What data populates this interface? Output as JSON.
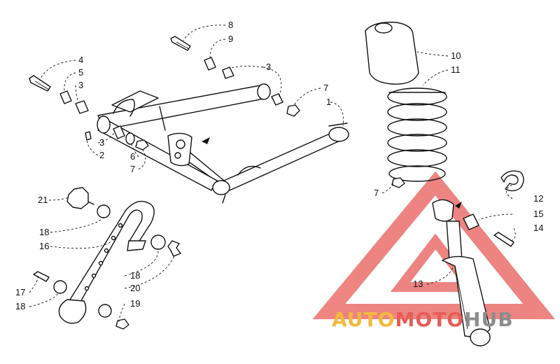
{
  "diagram": {
    "callouts": [
      {
        "id": "c8",
        "text": "8"
      },
      {
        "id": "c9",
        "text": "9"
      },
      {
        "id": "c4",
        "text": "4"
      },
      {
        "id": "c5",
        "text": "5"
      },
      {
        "id": "c3a",
        "text": "3"
      },
      {
        "id": "c3b",
        "text": "3"
      },
      {
        "id": "c7a",
        "text": "7"
      },
      {
        "id": "c1",
        "text": "1"
      },
      {
        "id": "c3c",
        "text": "3"
      },
      {
        "id": "c2",
        "text": "2"
      },
      {
        "id": "c6",
        "text": "6"
      },
      {
        "id": "c7b",
        "text": "7"
      },
      {
        "id": "c21",
        "text": "21"
      },
      {
        "id": "c18a",
        "text": "18"
      },
      {
        "id": "c16",
        "text": "16"
      },
      {
        "id": "c17",
        "text": "17"
      },
      {
        "id": "c18b",
        "text": "18"
      },
      {
        "id": "c18c",
        "text": "18"
      },
      {
        "id": "c20",
        "text": "20"
      },
      {
        "id": "c19",
        "text": "19"
      },
      {
        "id": "c10",
        "text": "10"
      },
      {
        "id": "c11",
        "text": "11"
      },
      {
        "id": "c7c",
        "text": "7"
      },
      {
        "id": "c12",
        "text": "12"
      },
      {
        "id": "c15",
        "text": "15"
      },
      {
        "id": "c14",
        "text": "14"
      },
      {
        "id": "c13",
        "text": "13"
      }
    ]
  },
  "watermark": {
    "part1": "AUTO",
    "part2": "MOTO",
    "part3": "HUB",
    "colors": {
      "auto": "#f2b93b",
      "moto": "#e85c57",
      "hub": "#8d8d8d",
      "triangle": "#e85c57"
    }
  }
}
